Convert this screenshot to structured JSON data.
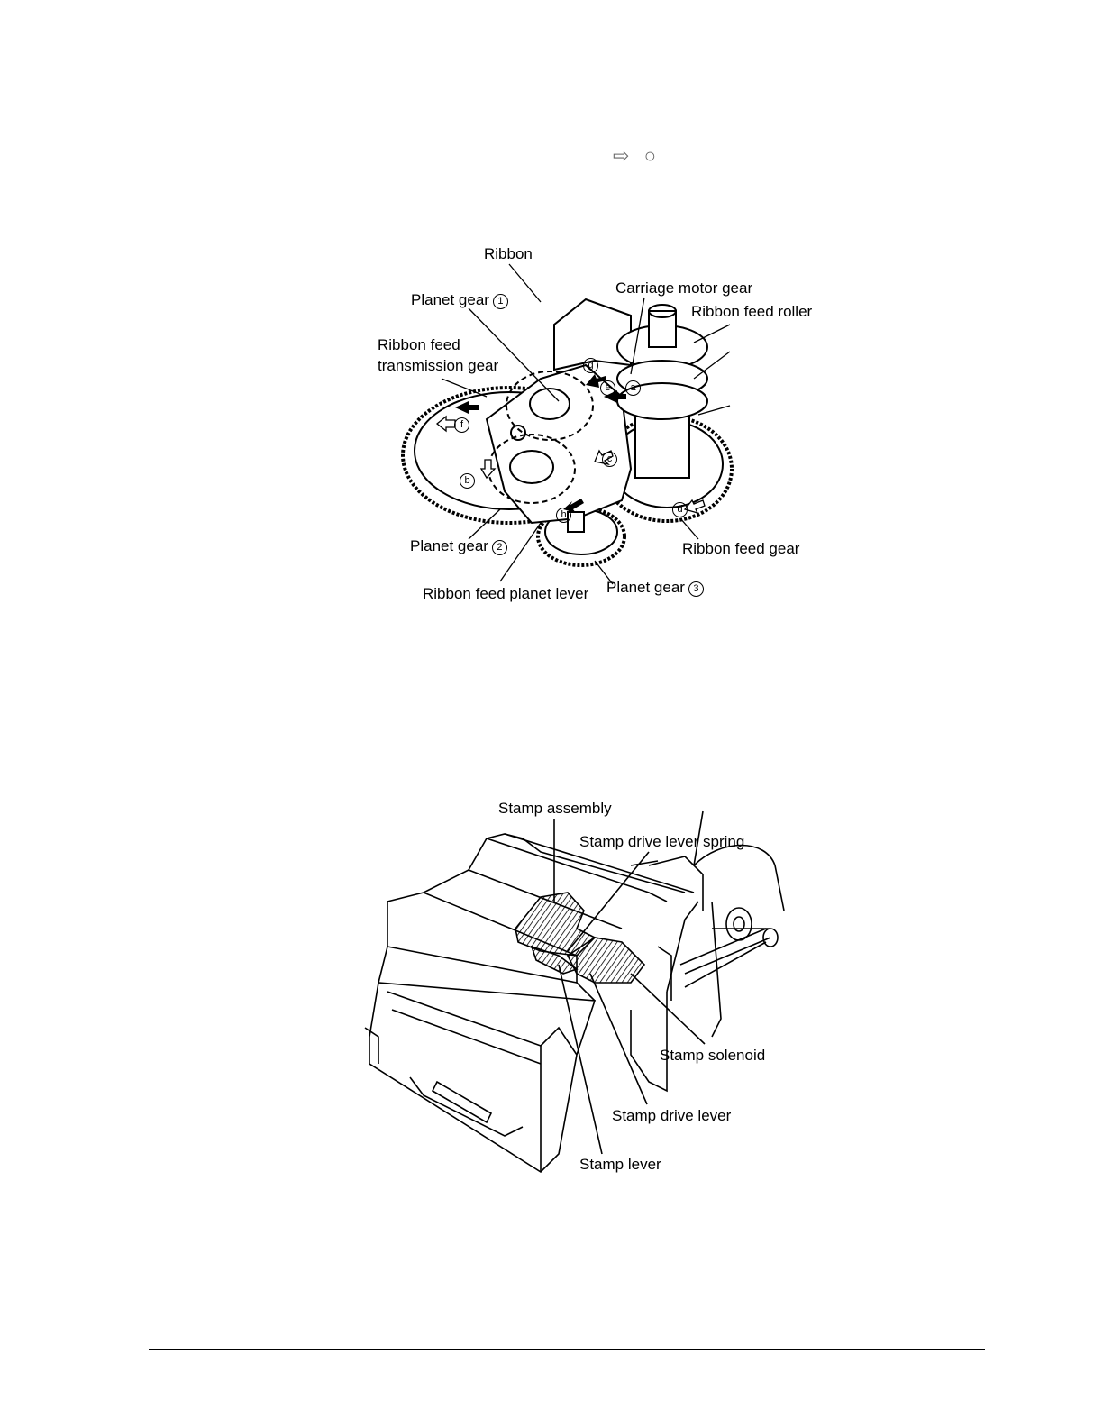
{
  "header_symbols": {
    "arrow": "⇨",
    "circle": "○"
  },
  "figure1": {
    "labels": {
      "ribbon": "Ribbon",
      "planet_gear_1": "Planet gear",
      "planet_gear_1_num": "1",
      "carriage_motor_gear": "Carriage motor gear",
      "ribbon_feed_roller": "Ribbon feed roller",
      "ribbon_feed_transmission_gear_l1": "Ribbon feed",
      "ribbon_feed_transmission_gear_l2": "transmission gear",
      "planet_gear_2": "Planet gear",
      "planet_gear_2_num": "2",
      "ribbon_feed_gear": "Ribbon feed gear",
      "ribbon_feed_planet_lever": "Ribbon feed planet lever",
      "planet_gear_3": "Planet gear",
      "planet_gear_3_num": "3"
    },
    "markers": [
      "a",
      "b",
      "c",
      "d",
      "e",
      "f",
      "g",
      "h"
    ]
  },
  "figure2": {
    "labels": {
      "stamp_assembly": "Stamp assembly",
      "stamp_drive_lever_spring": "Stamp drive lever spring",
      "stamp_solenoid": "Stamp solenoid",
      "stamp_drive_lever": "Stamp drive lever",
      "stamp_lever": "Stamp lever"
    }
  }
}
